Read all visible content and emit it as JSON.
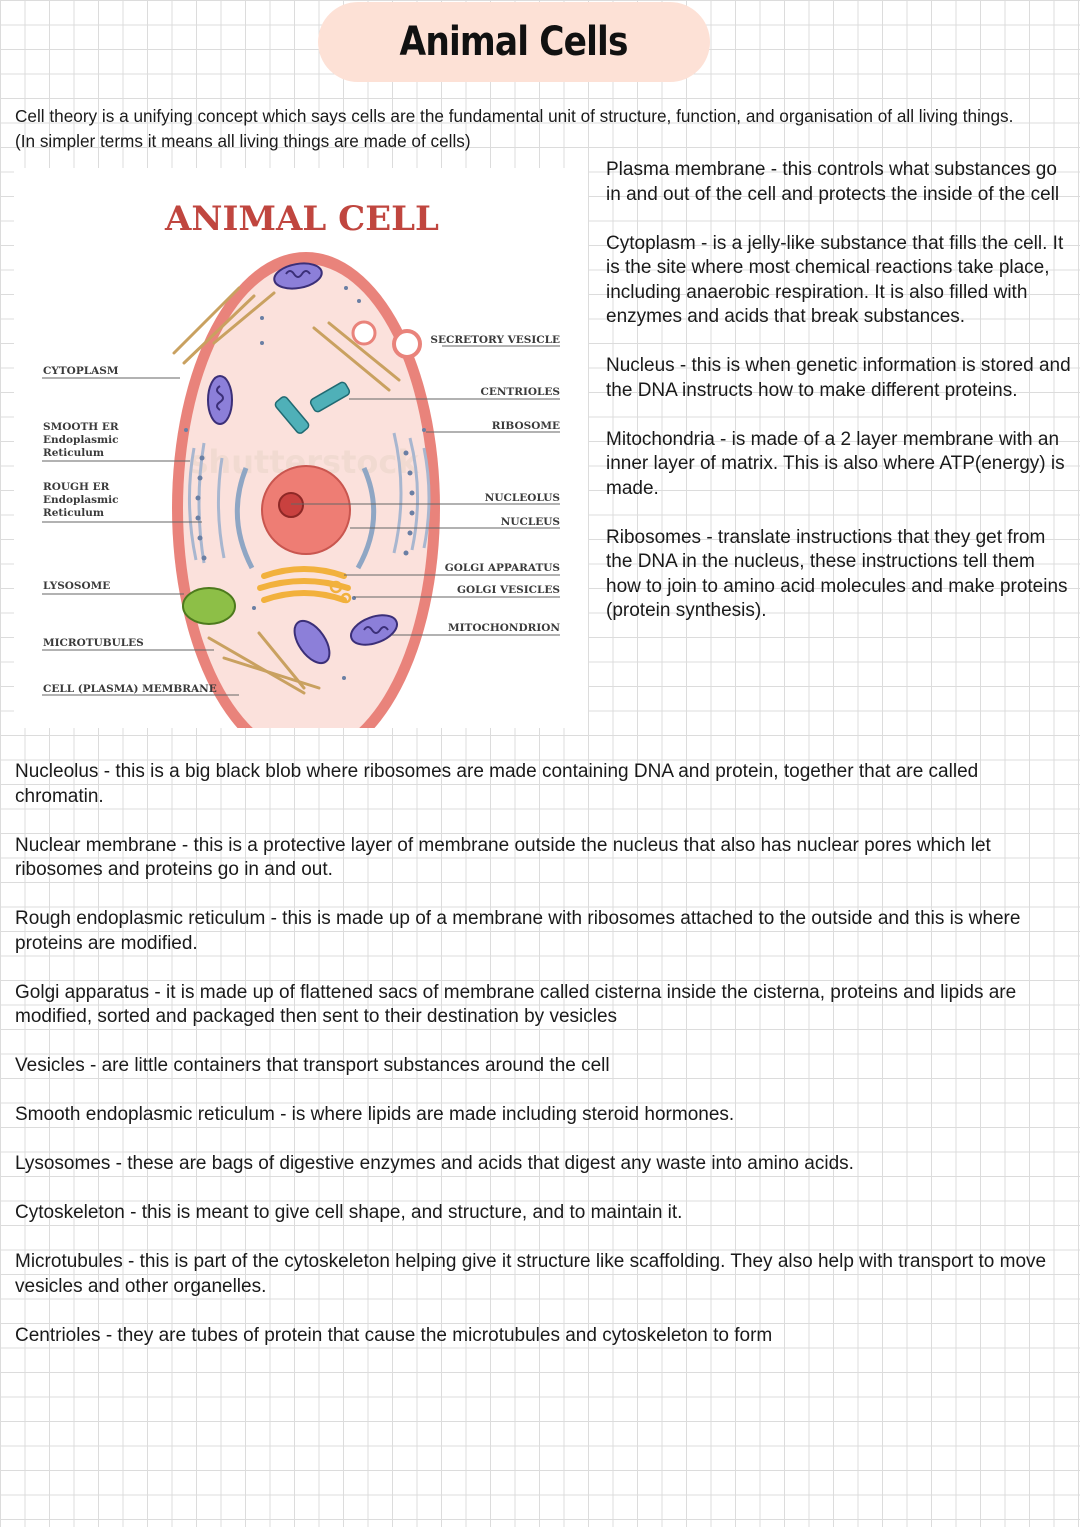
{
  "title": "Animal Cells",
  "intro": "Cell theory is a unifying concept which says cells are the fundamental unit of structure, function, and organisation of all living things. (In simpler terms it means all living things are made of cells)",
  "diagram": {
    "title": "ANIMAL CELL",
    "watermark": "shutterstock",
    "labels": {
      "cytoplasm": "CYTOPLASM",
      "smooth_er_1": "SMOOTH ER",
      "smooth_er_2": "Endoplasmic",
      "smooth_er_3": "Reticulum",
      "rough_er_1": "ROUGH ER",
      "rough_er_2": "Endoplasmic",
      "rough_er_3": "Reticulum",
      "lysosome": "LYSOSOME",
      "microtubules": "MICROTUBULES",
      "cell_membrane": "CELL (PLASMA) MEMBRANE",
      "secretory_vesicle": "SECRETORY VESICLE",
      "centrioles": "CENTRIOLES",
      "ribosome": "RIBOSOME",
      "nucleolus": "NUCLEOLUS",
      "nucleus": "NUCLEUS",
      "golgi_apparatus": "GOLGI APPARATUS",
      "golgi_vesicles": "GOLGI VESICLES",
      "mitochondrion": "MITOCHONDRION"
    },
    "colors": {
      "membrane": "#e9837b",
      "cytoplasm": "#fbe1dc",
      "nucleus": "#ee7d74",
      "nucleolus": "#c9413f",
      "mitochondria": "#8c7fd9",
      "centrioles": "#4fb0b8",
      "golgi": "#f2b13d",
      "lysosome": "#8dbf47",
      "er": "#a8b6cf",
      "microtubules": "#c9a160"
    }
  },
  "right_paragraphs": [
    "Plasma membrane - this controls what substances go in and out of the cell and protects the inside of the cell",
    "Cytoplasm  - is a jelly-like substance that fills the cell. It is the site where most chemical reactions take place, including anaerobic respiration. It is also filled with enzymes and acids that break substances.",
    "Nucleus - this is when genetic information is stored and the DNA instructs how to make different proteins.",
    "Mitochondria - is made of a 2 layer membrane with an inner layer of matrix. This is also where ATP(energy) is made.",
    "Ribosomes - translate instructions that they get from the DNA in the nucleus, these instructions  tell them how to join to amino acid molecules and make proteins (protein synthesis)."
  ],
  "lower_paragraphs": [
    "Nucleolus - this is a big black blob where ribosomes are made containing DNA and protein, together that are called chromatin.",
    "Nuclear membrane - this is a protective layer of membrane outside the nucleus that also has nuclear pores which let ribosomes and proteins go in and out.",
    "Rough endoplasmic reticulum - this is made up of a membrane with ribosomes attached to the outside and this is where proteins are modified.",
    "Golgi apparatus - it is made up of flattened sacs of membrane called cisterna inside the cisterna, proteins and lipids are  modified, sorted and packaged then sent to their destination by vesicles",
    "Vesicles - are little containers that transport substances around the cell",
    "Smooth endoplasmic reticulum - is where lipids are made including steroid hormones.",
    "Lysosomes - these are bags of digestive enzymes and acids that digest any waste into amino acids.",
    "Cytoskeleton - this is meant to give cell shape, and structure, and to maintain it.",
    "Microtubules  - this is part of the cytoskeleton helping give it structure like scaffolding. They also help with transport to move vesicles and other organelles.",
    "Centrioles -  they are tubes of protein that cause the microtubules and cytoskeleton to form"
  ]
}
